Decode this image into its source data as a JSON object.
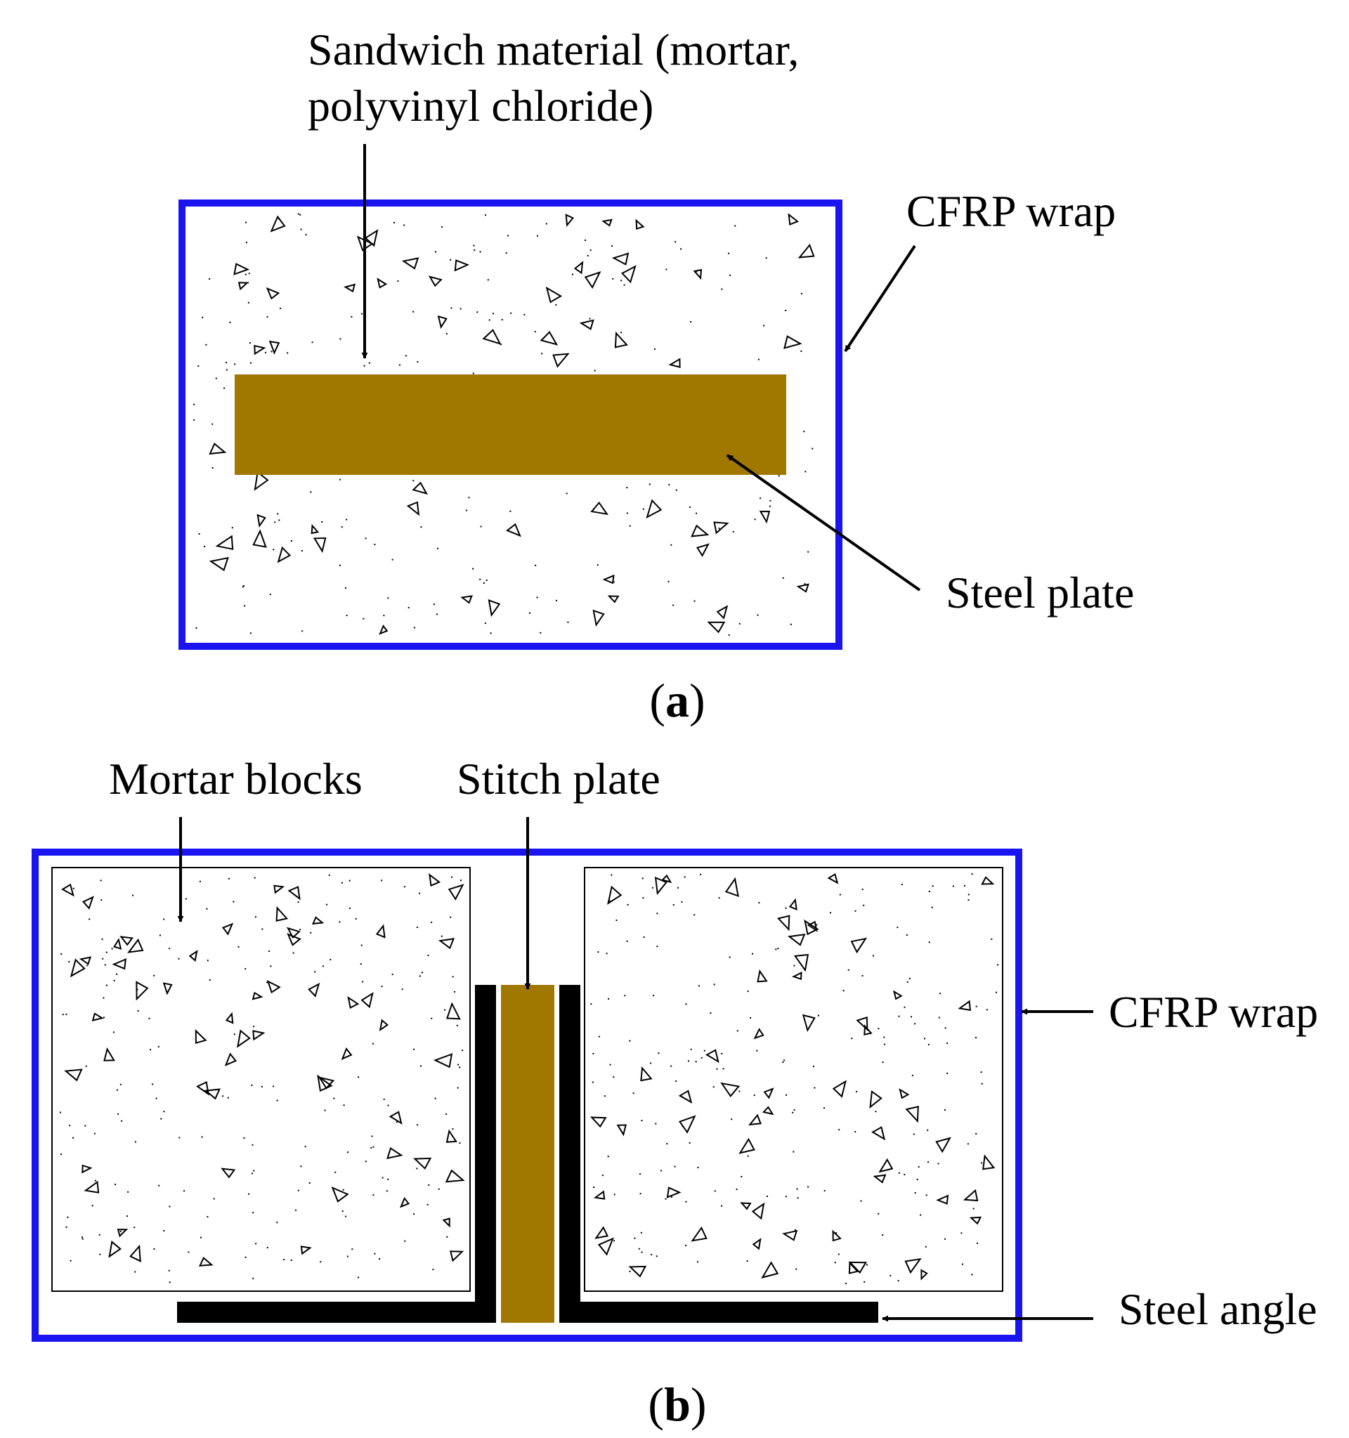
{
  "figure_a": {
    "caption_letter": "a",
    "sandwich_label_line1": "Sandwich material (mortar,",
    "sandwich_label_line2": "polyvinyl  chloride)",
    "cfrp_label": "CFRP wrap",
    "steel_plate_label": "Steel plate"
  },
  "figure_b": {
    "caption_letter": "b",
    "mortar_label": "Mortar blocks",
    "stitch_label": "Stitch plate",
    "cfrp_label": "CFRP wrap",
    "steel_angle_label": "Steel angle"
  },
  "colors": {
    "cfrp_wrap": "#1a14f0",
    "steel_plate": "#a07800",
    "steel_angle": "#000000",
    "mortar_fill": "#ffffff"
  }
}
